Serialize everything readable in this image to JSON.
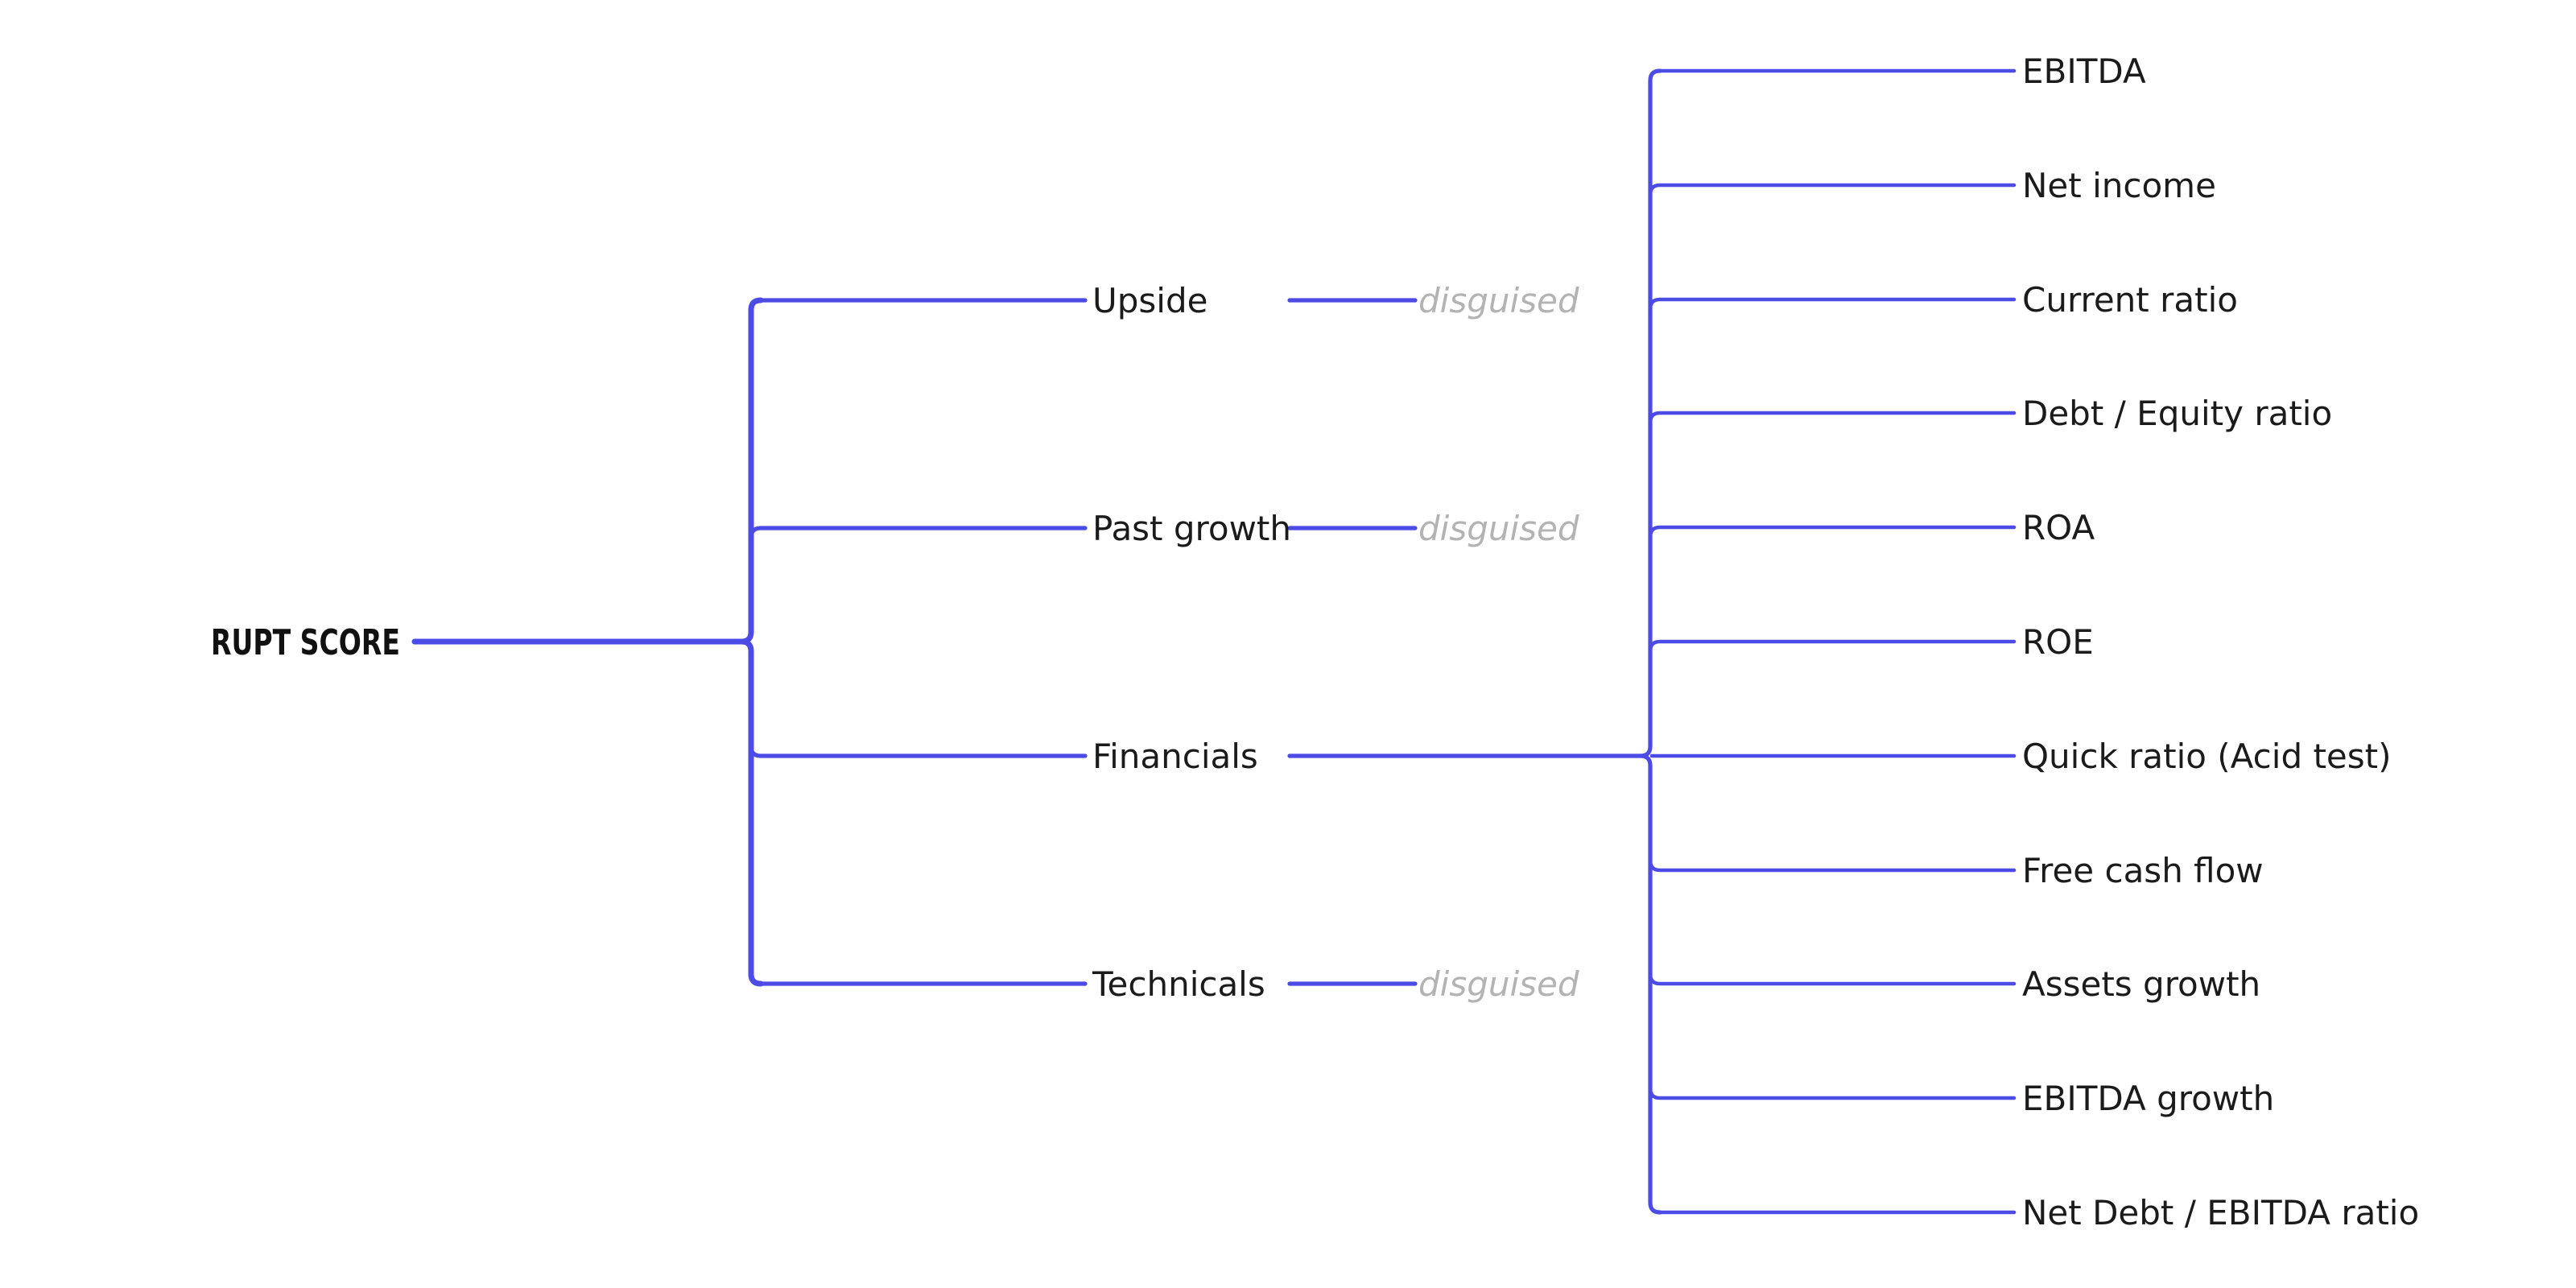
{
  "diagram": {
    "type": "mindmap-tree",
    "root": {
      "label": "RUPT SCORE"
    },
    "branches": [
      {
        "label": "Upside",
        "child": "disguised"
      },
      {
        "label": "Past growth",
        "child": "disguised"
      },
      {
        "label": "Financials",
        "children": [
          "EBITDA",
          "Net income",
          "Current ratio",
          "Debt / Equity ratio",
          "ROA",
          "ROE",
          "Quick ratio (Acid test)",
          "Free cash flow",
          "Assets growth",
          "EBITDA growth",
          "Net Debt / EBITDA ratio"
        ]
      },
      {
        "label": "Technicals",
        "child": "disguised"
      }
    ],
    "colors": {
      "link": "#4d4be6",
      "label": "#1b1b1b",
      "root_label": "#111111",
      "muted_label": "#b3b3b3",
      "background": "#ffffff"
    }
  }
}
